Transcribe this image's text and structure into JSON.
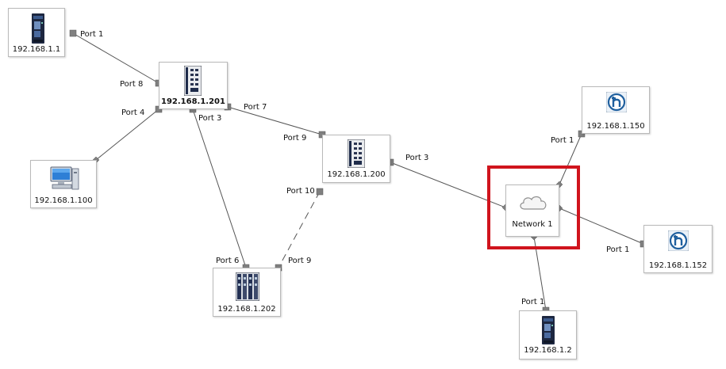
{
  "nodes": {
    "sw1": {
      "ip": "192.168.1.1",
      "icon": "din-rail-switch-icon"
    },
    "sw201": {
      "ip": "192.168.1.201",
      "icon": "rack-switch-icon"
    },
    "pc100": {
      "ip": "192.168.1.100",
      "icon": "desktop-computer-icon"
    },
    "sw200": {
      "ip": "192.168.1.200",
      "icon": "rack-switch-icon"
    },
    "sw202": {
      "ip": "192.168.1.202",
      "icon": "modular-switch-icon"
    },
    "net1": {
      "label": "Network 1",
      "icon": "cloud-icon"
    },
    "h150": {
      "ip": "192.168.1.150",
      "icon": "hirschmann-logo-icon"
    },
    "h152": {
      "ip": "192.168.1.152",
      "icon": "hirschmann-logo-icon"
    },
    "sw2": {
      "ip": "192.168.1.2",
      "icon": "din-rail-switch-icon"
    }
  },
  "ports": {
    "sw1_p1": "Port 1",
    "sw201_p8": "Port 8",
    "sw201_p4": "Port 4",
    "sw201_p3": "Port 3",
    "sw201_p7": "Port 7",
    "sw200_p9": "Port 9",
    "sw200_p10": "Port 10",
    "sw200_p3": "Port 3",
    "sw202_p6": "Port 6",
    "sw202_p9": "Port 9",
    "h150_p1": "Port 1",
    "h152_p1": "Port 1",
    "sw2_p1": "Port 1"
  },
  "colors": {
    "highlight": "#d0141d",
    "link": "#555555",
    "port_marker": "#808080",
    "logo_blue": "#1f5f9e"
  }
}
